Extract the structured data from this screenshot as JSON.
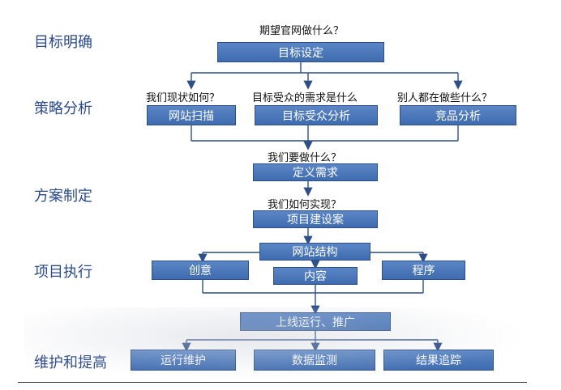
{
  "stages": [
    "目标明确",
    "策略分析",
    "方案制定",
    "项目执行",
    "维护和提高"
  ],
  "questions": {
    "q1": "期望官网做什么？",
    "q2": "我们现状如何？",
    "q3": "目标受众的需求是什么",
    "q4": "别人都在做些什么？",
    "q5": "我们要做什么？",
    "q6": "我们如何实现？"
  },
  "boxes": {
    "goal_setting": "目标设定",
    "site_scan": "网站扫描",
    "audience_analysis": "目标受众分析",
    "competitor_analysis": "竞品分析",
    "define_requirements": "定义需求",
    "project_proposal": "项目建设案",
    "site_structure": "网站结构",
    "creative": "创意",
    "content": "内容",
    "program": "程序",
    "launch_promotion": "上线运行、推广",
    "operations": "运行维护",
    "data_monitoring": "数据监测",
    "result_tracking": "结果追踪"
  }
}
